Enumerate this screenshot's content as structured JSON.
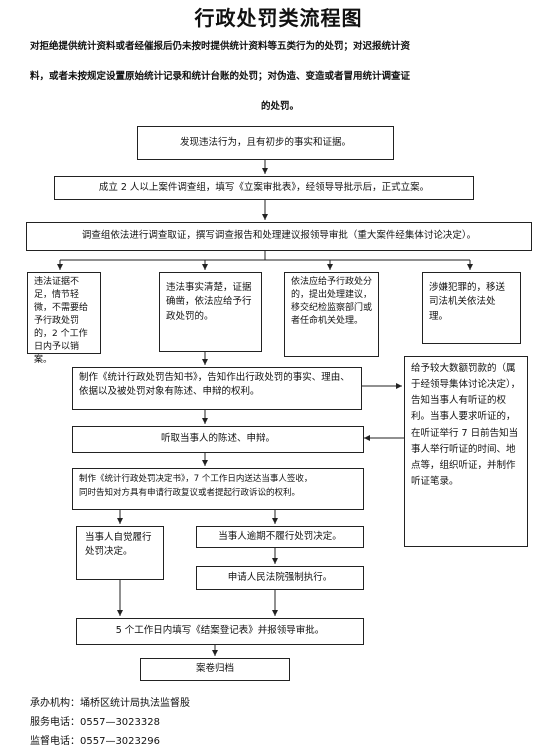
{
  "title": "行政处罚类流程图",
  "intro": {
    "line1": "对拒绝提供统计资料或者经催报后仍未按时提供统计资料等五类行为的处罚；对迟报统计资",
    "line2": "料，或者未按规定设置原始统计记录和统计台账的处罚；对伪造、变造或者冒用统计调查证",
    "line3": "的处罚。"
  },
  "steps": {
    "s1": "发现违法行为，且有初步的事实和证据。",
    "s2": "成立 2 人以上案件调查组，填写《立案审批表》，经领导导批示后，正式立案。",
    "s3": "调查组依法进行调查取证，撰写调查报告和处理建议报领导审批（重大案件经集体讨论决定）。",
    "b1": "违法证据不足，情节轻微，不需要给予行政处罚的，2 个工作日内予以销案。",
    "b2": "违法事实清楚，证据确凿，依法应给予行政处罚的。",
    "b3": "依法应给予行政处分的，提出处理建议，移交纪检监察部门或者任命机关处理。",
    "b4": "涉嫌犯罪的，移送司法机关依法处理。",
    "notice": "制作《统计行政处罚告知书》，告知作出行政处罚的事实、理由、依据以及被处罚对象有陈述、申辩的权利。",
    "hearing": "给予较大数额罚款的（属于经领导集体讨论决定），告知当事人有听证的权利。当事人要求听证的，在听证举行 7 日前告知当事人举行听证的时间、地点等，组织听证，并制作听证笔录。",
    "listen": "听取当事人的陈述、申辩。",
    "decision_line1": "制作《统计行政处罚决定书》，7 个工作日内送达当事人签收，",
    "decision_line2": "同时告知对方具有申请行政复议或者提起行政诉讼的权利。",
    "comply": "当事人自觉履行处罚决定。",
    "overdue": "当事人逾期不履行处罚决定。",
    "court": "申请人民法院强制执行。",
    "register": "5 个工作日内填写《结案登记表》并报领导审批。",
    "archive": "案卷归档"
  },
  "footer": {
    "org": "承办机构：埇桥区统计局执法监督股",
    "service": "服务电话：0557—3023328",
    "supervise": "监督电话：0557—3023296"
  }
}
